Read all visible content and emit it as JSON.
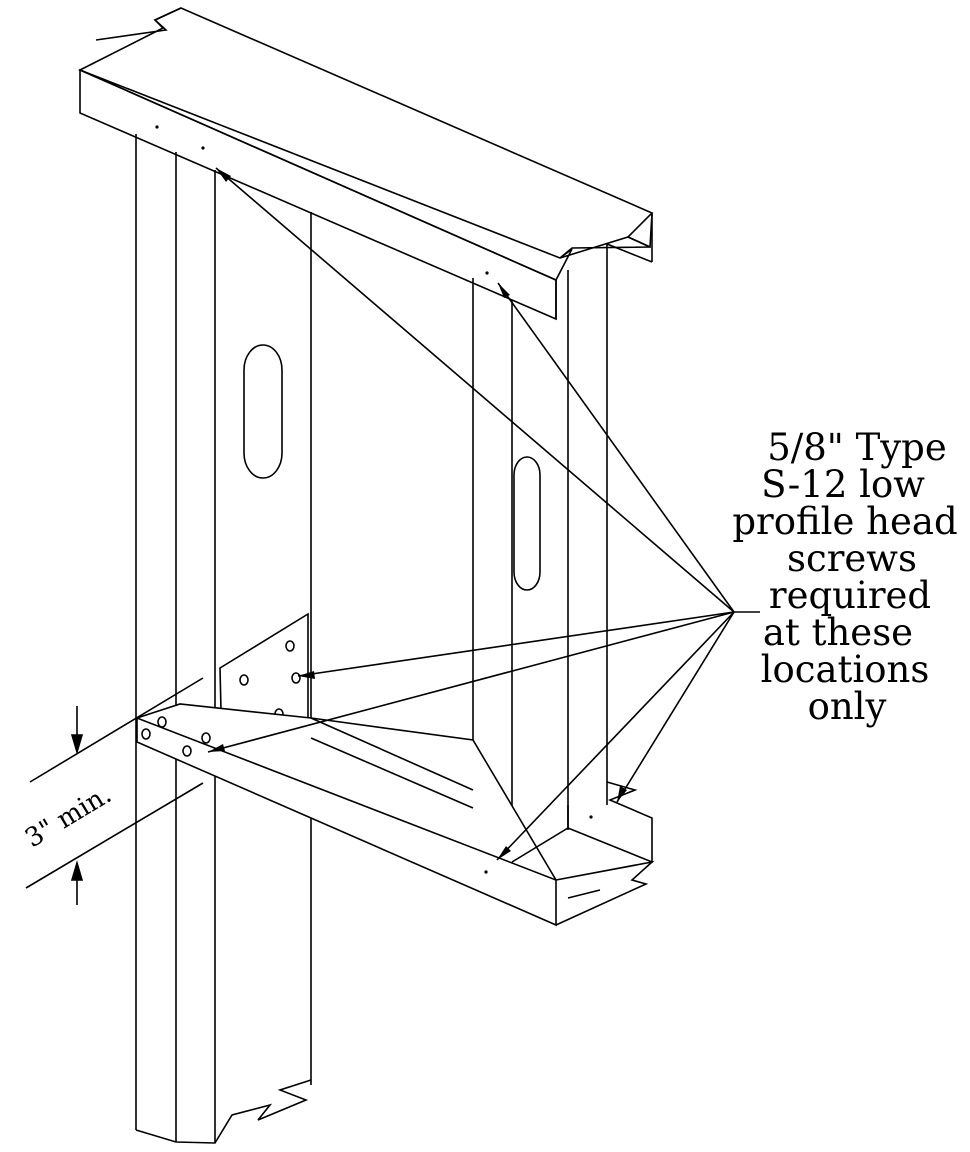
{
  "annotation": {
    "lines": [
      "5/8\" Type",
      "S-12 low",
      "profile head",
      "screws",
      "required",
      "at these",
      "locations",
      "only"
    ]
  },
  "dimension": {
    "label": "3\" min."
  },
  "colors": {
    "stroke": "#000000",
    "background": "#ffffff"
  }
}
